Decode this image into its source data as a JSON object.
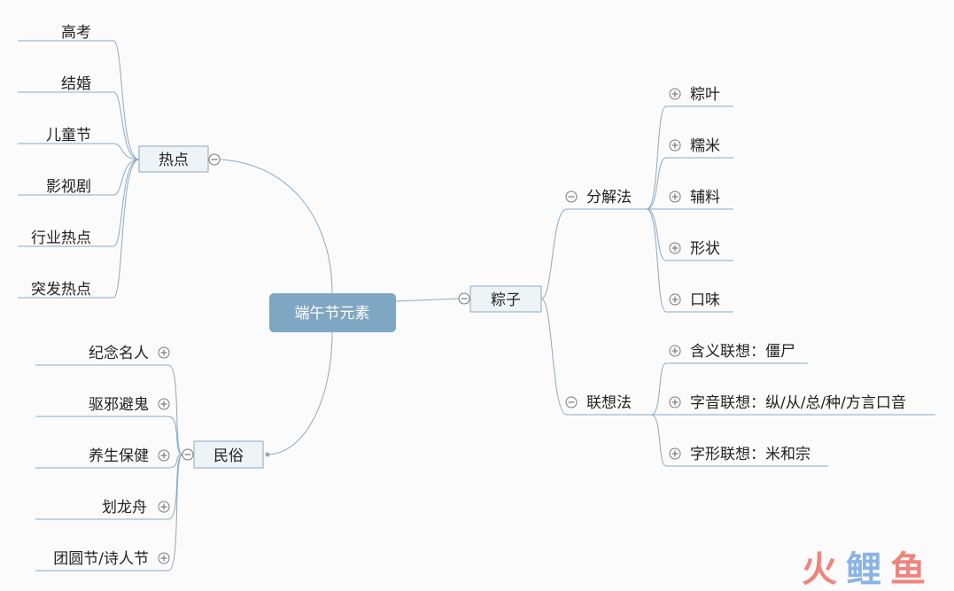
{
  "central": {
    "label": "端午节元素"
  },
  "hot": {
    "label": "热点",
    "children": [
      "高考",
      "结婚",
      "儿童节",
      "影视剧",
      "行业热点",
      "突发热点"
    ]
  },
  "folk": {
    "label": "民俗",
    "children": [
      "纪念名人",
      "驱邪避鬼",
      "养生保健",
      "划龙舟",
      "团圆节/诗人节"
    ]
  },
  "zongzi": {
    "label": "粽子",
    "decompose": {
      "label": "分解法",
      "children": [
        "粽叶",
        "糯米",
        "辅料",
        "形状",
        "口味"
      ]
    },
    "associate": {
      "label": "联想法",
      "children": [
        "含义联想：僵尸",
        "字音联想：纵/从/总/种/方言口音",
        "字形联想：米和宗"
      ]
    }
  },
  "watermark": {
    "text": "火鲤鱼"
  },
  "colors": {
    "line": "#8aaac4",
    "central_fill": "#7fa6c2",
    "box_fill": "#eef3f7",
    "box_border": "#8aaac4",
    "icon": "#777777",
    "wm_red": "#f0847c",
    "wm_blue": "#8ab4e6"
  }
}
